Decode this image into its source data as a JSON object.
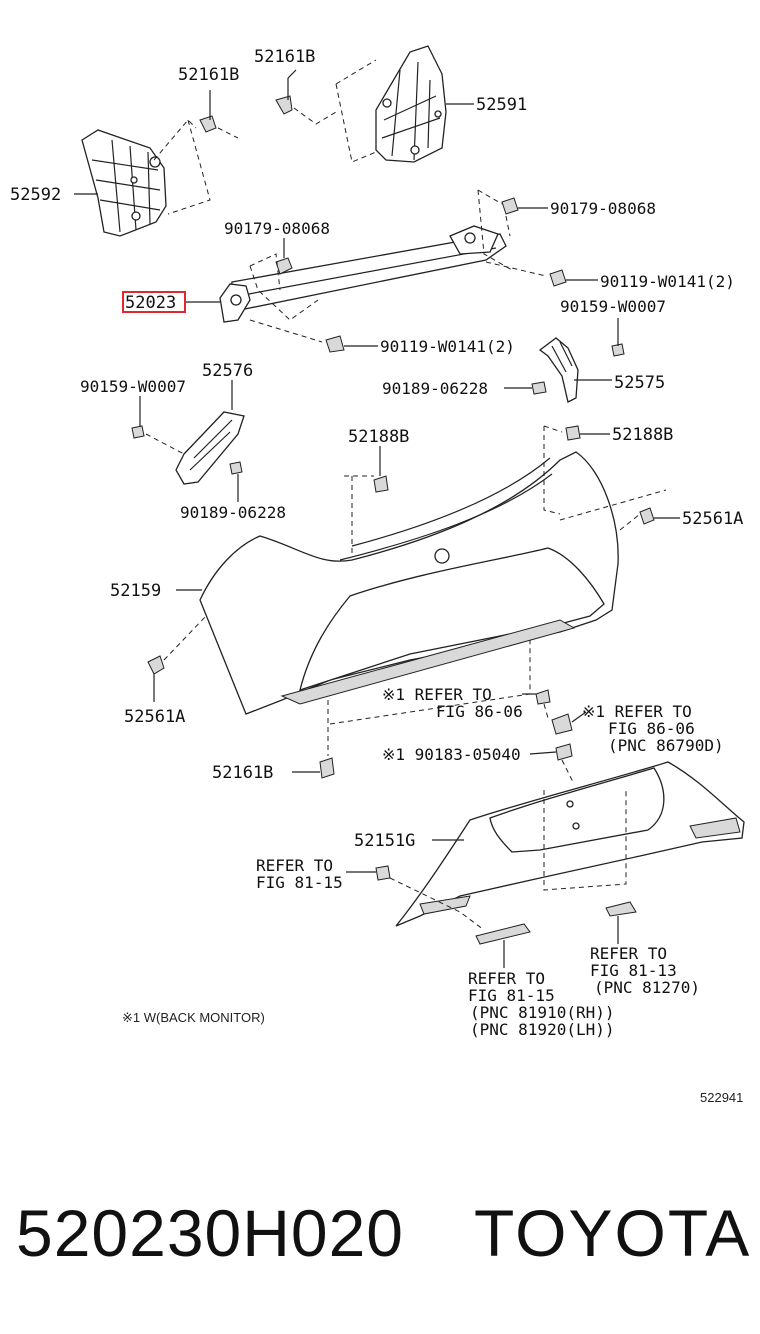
{
  "diagram": {
    "labels": {
      "p52161B_top": "52161B",
      "p52161B_left": "52161B",
      "p52591": "52591",
      "p52592": "52592",
      "p90179_a": "90179-08068",
      "p90179_b": "90179-08068",
      "p52023": "52023",
      "p90119_a": "90119-W0141(2)",
      "p90119_b": "90119-W0141(2)",
      "p90159_a": "90159-W0007",
      "p90159_b": "90159-W0007",
      "p52576": "52576",
      "p52575": "52575",
      "p90189_a": "90189-06228",
      "p90189_b": "90189-06228",
      "p52188B_a": "52188B",
      "p52188B_b": "52188B",
      "p52561A_a": "52561A",
      "p52561A_b": "52561A",
      "p52159": "52159",
      "p52161B_bottom": "52161B",
      "p52151G": "52151G",
      "p90183": "※1 90183-05040",
      "ref_86_06_a_1": "※1 REFER TO",
      "ref_86_06_a_2": "FIG 86-06",
      "ref_86_06_b_1": "※1 REFER TO",
      "ref_86_06_b_2": "FIG 86-06",
      "ref_86_06_b_3": "(PNC 86790D)",
      "ref_81_15_a_1": "REFER TO",
      "ref_81_15_a_2": "FIG 81-15",
      "ref_81_13_1": "REFER TO",
      "ref_81_13_2": "FIG 81-13",
      "ref_81_13_3": "(PNC 81270)",
      "ref_81_15_b_1": "REFER TO",
      "ref_81_15_b_2": "FIG 81-15",
      "ref_81_15_b_3": "(PNC 81910(RH))",
      "ref_81_15_b_4": "(PNC 81920(LH))",
      "note": "※1 W(BACK MONITOR)",
      "code": "522941"
    },
    "highlight_color": "#e0282e",
    "highlighted_part": "52023"
  },
  "footer": {
    "part_number": "520230H020",
    "brand": "TOYOTA"
  }
}
